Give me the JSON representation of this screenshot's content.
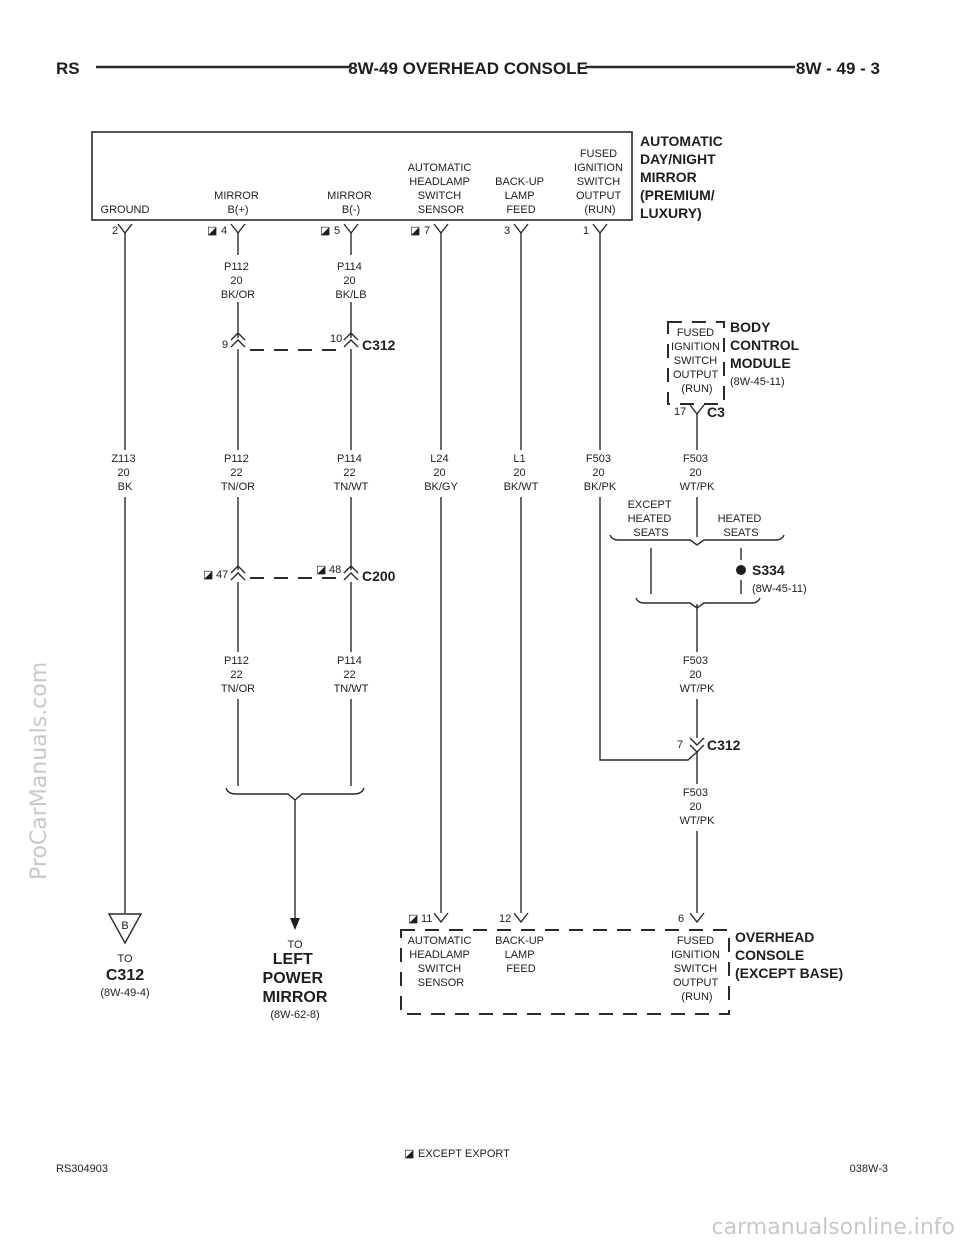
{
  "header": {
    "left": "RS",
    "center": "8W-49 OVERHEAD CONSOLE",
    "right": "8W - 49 - 3"
  },
  "mirror_module": {
    "name_lines": [
      "AUTOMATIC",
      "DAY/NIGHT",
      "MIRROR",
      "(PREMIUM/",
      "LUXURY)"
    ],
    "pins": [
      {
        "label": [
          "GROUND"
        ],
        "pin": "2",
        "export": false
      },
      {
        "label": [
          "MIRROR",
          "B(+)"
        ],
        "pin": "4",
        "export": true
      },
      {
        "label": [
          "MIRROR",
          "B(-)"
        ],
        "pin": "5",
        "export": true
      },
      {
        "label": [
          "AUTOMATIC",
          "HEADLAMP",
          "SWITCH",
          "SENSOR"
        ],
        "pin": "7",
        "export": true
      },
      {
        "label": [
          "BACK-UP",
          "LAMP",
          "FEED"
        ],
        "pin": "3",
        "export": false
      },
      {
        "label": [
          "FUSED",
          "IGNITION",
          "SWITCH",
          "OUTPUT",
          "(RUN)"
        ],
        "pin": "1",
        "export": false
      }
    ]
  },
  "wires": {
    "p112_top": [
      "P112",
      "20",
      "BK/OR"
    ],
    "p114_top": [
      "P114",
      "20",
      "BK/LB"
    ],
    "z113": [
      "Z113",
      "20",
      "BK"
    ],
    "p112_mid": [
      "P112",
      "22",
      "TN/OR"
    ],
    "p114_mid": [
      "P114",
      "22",
      "TN/WT"
    ],
    "l24": [
      "L24",
      "20",
      "BK/GY"
    ],
    "l1": [
      "L1",
      "20",
      "BK/WT"
    ],
    "f503_bkpk": [
      "F503",
      "20",
      "BK/PK"
    ],
    "f503_wtpk_1": [
      "F503",
      "20",
      "WT/PK"
    ],
    "p112_low": [
      "P112",
      "22",
      "TN/OR"
    ],
    "p114_low": [
      "P114",
      "22",
      "TN/WT"
    ],
    "f503_wtpk_2": [
      "F503",
      "20",
      "WT/PK"
    ],
    "f503_wtpk_3": [
      "F503",
      "20",
      "WT/PK"
    ]
  },
  "connectors": {
    "c312_a": {
      "name": "C312",
      "pin_left": "9",
      "pin_right": "10"
    },
    "c200": {
      "name": "C200",
      "pin_left": "47",
      "pin_right": "48"
    },
    "c312_b": {
      "name": "C312",
      "pin": "7"
    },
    "c3": {
      "name": "C3",
      "pin": "17"
    }
  },
  "bcm": {
    "name_lines": [
      "BODY",
      "CONTROL",
      "MODULE"
    ],
    "ref": "(8W-45-11)",
    "pin_label": [
      "FUSED",
      "IGNITION",
      "SWITCH",
      "OUTPUT",
      "(RUN)"
    ]
  },
  "splice": {
    "name": "S334",
    "ref": "(8W-45-11)",
    "left_label": [
      "EXCEPT",
      "HEATED",
      "SEATS"
    ],
    "right_label": [
      "HEATED",
      "SEATS"
    ]
  },
  "ground_ref": {
    "letter": "B",
    "to": "TO",
    "name": "C312",
    "ref": "(8W-49-4)"
  },
  "mirror_ref": {
    "to": "TO",
    "name_lines": [
      "LEFT",
      "POWER",
      "MIRROR"
    ],
    "ref": "(8W-62-8)"
  },
  "console": {
    "name_lines": [
      "OVERHEAD",
      "CONSOLE",
      "(EXCEPT BASE)"
    ],
    "pins": [
      {
        "label": [
          "AUTOMATIC",
          "HEADLAMP",
          "SWITCH",
          "SENSOR"
        ],
        "pin": "11",
        "export": true
      },
      {
        "label": [
          "BACK-UP",
          "LAMP",
          "FEED"
        ],
        "pin": "12",
        "export": false
      },
      {
        "label": [
          "FUSED",
          "IGNITION",
          "SWITCH",
          "OUTPUT",
          "(RUN)"
        ],
        "pin": "6",
        "export": false
      }
    ]
  },
  "legend": {
    "symbol": "◪",
    "text": "EXCEPT EXPORT"
  },
  "footer": {
    "left": "RS304903",
    "right": "038W-3"
  },
  "watermarks": {
    "side": "ProCarManuals.com",
    "bottom": "carmanualsonline.info"
  }
}
